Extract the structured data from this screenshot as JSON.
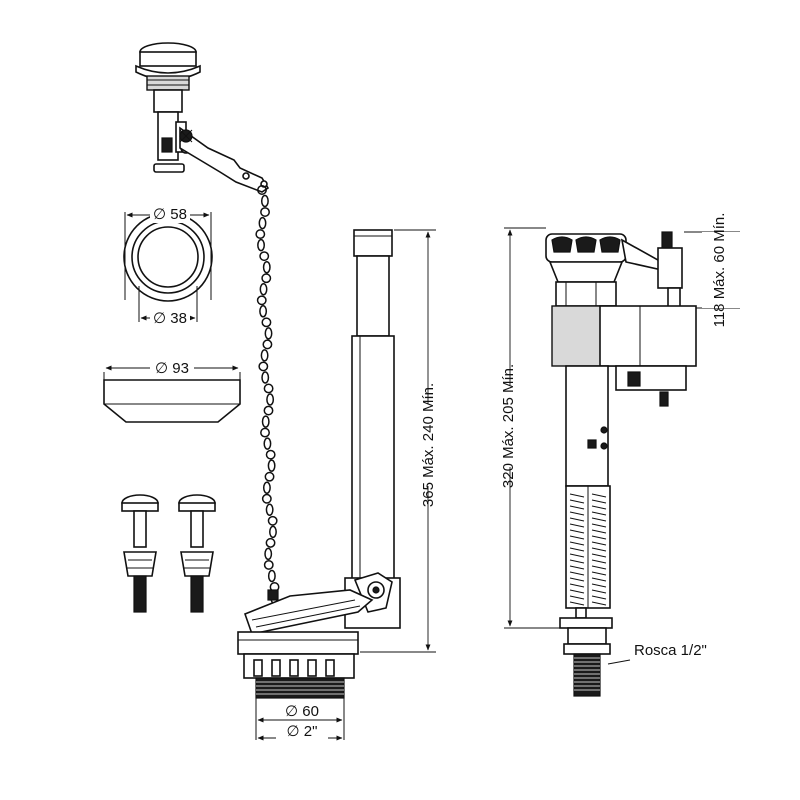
{
  "labels": {
    "button_diameter": "∅ 58",
    "button_inner_diameter": "∅ 38",
    "gasket_diameter": "∅ 93",
    "flush_height": "365 Máx. 240 Mín.",
    "valve_height": "320 Máx. 205 Mín.",
    "float_travel": "118 Máx. 60 Mín.",
    "outlet_diameter": "∅ 60",
    "outlet_thread": "∅ 2\"",
    "inlet_thread": "Rosca 1/2\""
  }
}
